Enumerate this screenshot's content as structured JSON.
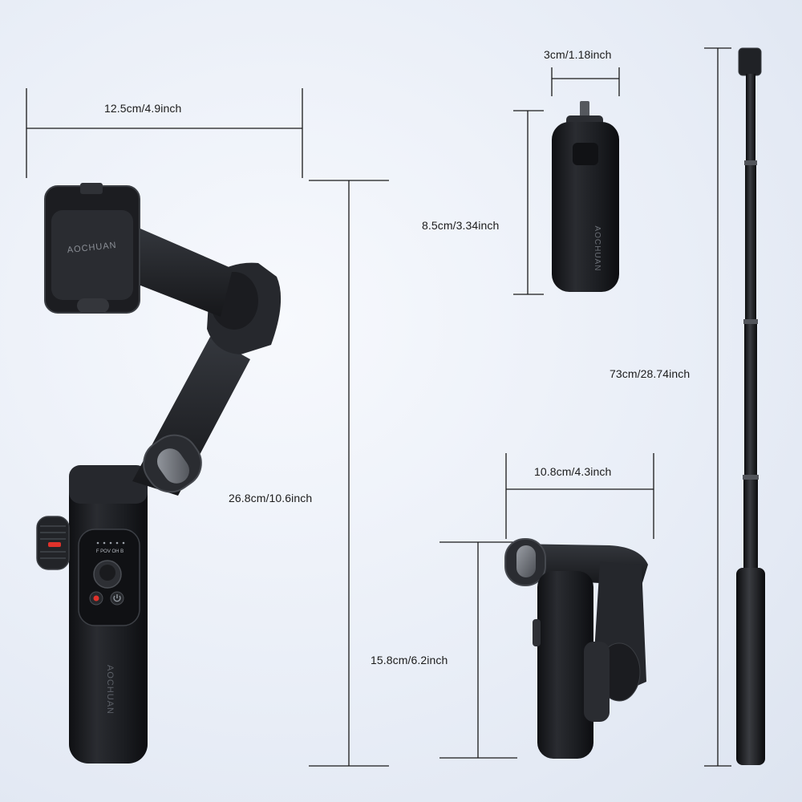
{
  "brand": "AOCHUAN",
  "control_panel": {
    "mode_text": "F POV OH B"
  },
  "dimensions": {
    "gimbal_width": "12.5cm/4.9inch",
    "gimbal_height": "26.8cm/10.6inch",
    "tripod_width": "3cm/1.18inch",
    "tripod_height": "8.5cm/3.34inch",
    "rod_length": "73cm/28.74inch",
    "folded_width": "10.8cm/4.3inch",
    "folded_height": "15.8cm/6.2inch"
  },
  "colors": {
    "device_body": "#1e2024",
    "device_edge": "#3a3d42",
    "record_dot": "#e0322b",
    "dimension_line": "#1a1a1a"
  }
}
